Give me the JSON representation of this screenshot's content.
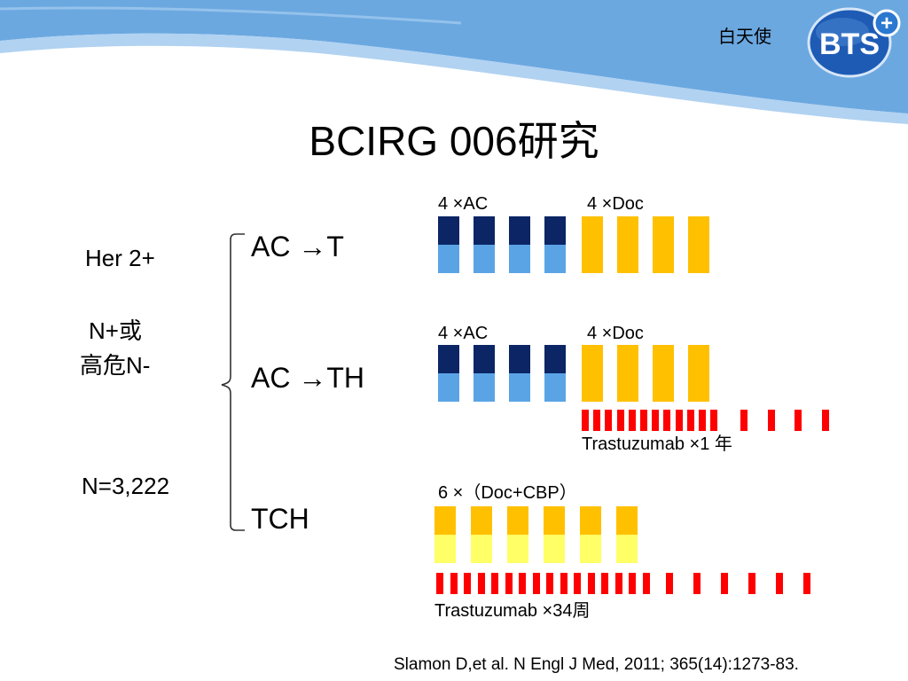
{
  "header": {
    "top_right_label": "白天使",
    "logo_text": "BTS",
    "logo_badge": "+"
  },
  "title": "BCIRG 006研究",
  "population": {
    "her2": "Her 2+",
    "node_line1": "N+或",
    "node_line2": "高危N-",
    "n": "N=3,222"
  },
  "arms": [
    {
      "label": "AC →T",
      "groups": [
        {
          "label": "4 ×AC",
          "count": 4,
          "colors": [
            "#0b2565",
            "#5aa4e6"
          ]
        },
        {
          "label": "4 ×Doc",
          "count": 4,
          "colors": [
            "#ffc000"
          ]
        }
      ]
    },
    {
      "label": "AC →TH",
      "groups": [
        {
          "label": "4 ×AC",
          "count": 4,
          "colors": [
            "#0b2565",
            "#5aa4e6"
          ]
        },
        {
          "label": "4 ×Doc",
          "count": 4,
          "colors": [
            "#ffc000"
          ]
        }
      ],
      "trastuzumab": {
        "label": "Trastuzumab ×1 年",
        "dense_count": 12,
        "sparse_count": 4,
        "color": "#ff0000"
      }
    },
    {
      "label": "TCH",
      "groups": [
        {
          "label": "6 ×（Doc+CBP）",
          "count": 6,
          "colors": [
            "#ffc000",
            "#ffff66"
          ]
        }
      ],
      "trastuzumab": {
        "label": "Trastuzumab ×34周",
        "dense_count": 16,
        "sparse_count": 6,
        "color": "#ff0000"
      }
    }
  ],
  "citation": "Slamon D,et al. N Engl J Med, 2011; 365(14):1273-83."
}
